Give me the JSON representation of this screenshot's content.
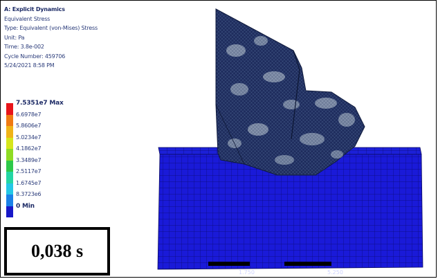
{
  "info": {
    "title": "A: Explicit Dynamics",
    "result": "Equivalent Stress",
    "type": "Type: Equivalent (von-Mises) Stress",
    "unit": "Unit: Pa",
    "time": "Time: 3.8e-002",
    "cycle": "Cycle Number: 459706",
    "date": "5/24/2021 8:58 PM"
  },
  "legend": {
    "max_label": "7.5351e7 Max",
    "levels": [
      "6.6978e7",
      "5.8606e7",
      "5.0234e7",
      "4.1862e7",
      "3.3489e7",
      "2.5117e7",
      "1.6745e7",
      "8.3723e6"
    ],
    "min_label": "0 Min",
    "colors": [
      "#e8141a",
      "#f07a12",
      "#f0b418",
      "#d6e61c",
      "#8fdc24",
      "#2ec94a",
      "#24d6a4",
      "#24c8e6",
      "#1a82e8",
      "#1818c8"
    ]
  },
  "time_box": {
    "text": "0,038 s"
  },
  "scale_bar": {
    "label_left": "1.750",
    "label_right": "5.250"
  },
  "colors": {
    "mesh_blue": "#1a1ae0",
    "part_dark": "#1a2a5a",
    "background": "#ffffff"
  }
}
